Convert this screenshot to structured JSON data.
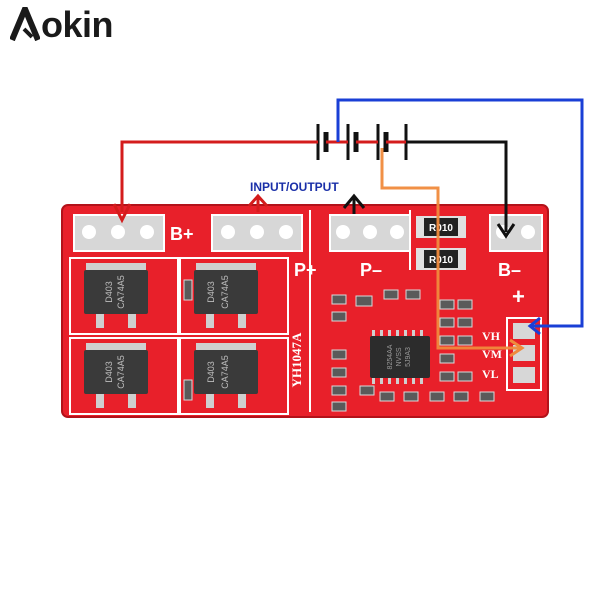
{
  "brand": {
    "text": "okin",
    "logo_letter": "A"
  },
  "board": {
    "color": "#e8202a",
    "pad_labels": {
      "b_plus": "B+",
      "p_plus": "P+",
      "p_minus": "P–",
      "b_minus": "B–",
      "plus": "+",
      "vh": "VH",
      "vm": "VM",
      "vl": "VL"
    },
    "model_text": "YH1047A",
    "mosfet_marks": [
      {
        "line1": "D403",
        "line2": "CA74A5"
      },
      {
        "line1": "D403",
        "line2": "CA74A5"
      },
      {
        "line1": "D403",
        "line2": "CA74A5"
      },
      {
        "line1": "D403",
        "line2": "CA74A5"
      }
    ],
    "resistor_marks": [
      "R010",
      "R010"
    ],
    "ic_marks": [
      "8254AA",
      "NVSS",
      "5J9A3"
    ]
  },
  "annotation": {
    "input_output_label": "INPUT/OUTPUT"
  },
  "colors": {
    "wire_red": "#d41c1c",
    "wire_black": "#111111",
    "wire_blue": "#1a3fd6",
    "wire_orange": "#f08a3c",
    "label_blue": "#1a2fa8"
  },
  "icons": [
    "battery-cell-icon",
    "arrow-down-icon",
    "arrow-up-icon",
    "arrow-left-icon"
  ]
}
